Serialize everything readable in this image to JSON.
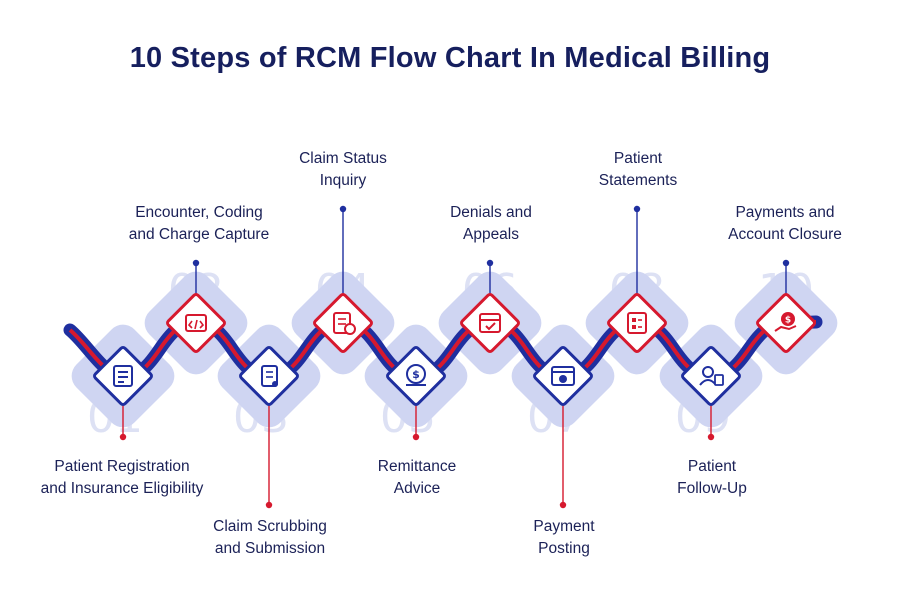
{
  "title": "10 Steps of RCM Flow Chart In Medical Billing",
  "colors": {
    "navy": "#1f2f9f",
    "dark_navy": "#161f5e",
    "red": "#d6192e",
    "light_diamond": "#cfd5f2",
    "number": "#dde1f4"
  },
  "steps": [
    {
      "num": "01",
      "label_line1": "Patient Registration",
      "label_line2": "and Insurance Eligibility",
      "icon": "registration-form-icon"
    },
    {
      "num": "02",
      "label_line1": "Encounter, Coding",
      "label_line2": "and Charge Capture",
      "icon": "code-icon"
    },
    {
      "num": "03",
      "label_line1": "Claim Scrubbing",
      "label_line2": "and Submission",
      "icon": "claim-scroll-icon"
    },
    {
      "num": "04",
      "label_line1": "Claim Status",
      "label_line2": "Inquiry",
      "icon": "status-document-icon"
    },
    {
      "num": "05",
      "label_line1": "Remittance",
      "label_line2": "Advice",
      "icon": "money-advice-icon"
    },
    {
      "num": "06",
      "label_line1": "Denials and",
      "label_line2": "Appeals",
      "icon": "calendar-check-icon"
    },
    {
      "num": "07",
      "label_line1": "Payment",
      "label_line2": "Posting",
      "icon": "payment-window-icon"
    },
    {
      "num": "08",
      "label_line1": "Patient",
      "label_line2": "Statements",
      "icon": "statement-icon"
    },
    {
      "num": "09",
      "label_line1": "Patient",
      "label_line2": "Follow-Up",
      "icon": "patient-followup-icon"
    },
    {
      "num": "10",
      "label_line1": "Payments and",
      "label_line2": "Account Closure",
      "icon": "hand-coin-icon"
    }
  ]
}
